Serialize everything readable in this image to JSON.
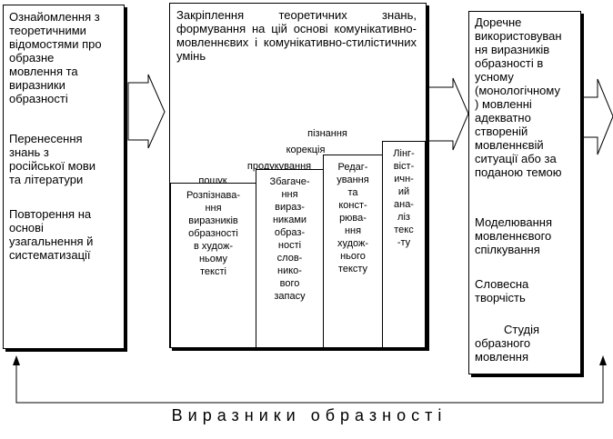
{
  "left_box": {
    "p1": "Ознайомлення з\nтеоретичними\nвідомостями про\nобразне\nмовлення та\nвиразники\nобразності",
    "p2": "Перенесення\nзнань з\nросійської мови\nта літератури",
    "p3": "Повторення на\nоснові\nузагальнення й\nсистематизації"
  },
  "center_box": {
    "title": "Закріплення теоретичних знань, формування на цій основі комунікативно-мовленнєвих і комунікативно-стилістичних умінь",
    "stairs": [
      "пізнання",
      "корекція",
      "продукування",
      "пошук"
    ],
    "columns": [
      "Розпізнава-\nння\nвиразників\nобразності\nв худож-\nньому\nтексті",
      "Збагаче-\nння\nвираз-\nниками\nобраз-\nності\nслов-\nнико-\nвого\nзапасу",
      "Редаг-\nування\nта\nконст-\nрюва-\nння\nхудож-\nнього\nтексту",
      "Лінг-\nвіст-\nичн-\nий\nана-\nліз\nтекс\n-ту"
    ]
  },
  "right_box": {
    "p1": "Доречне\nвикористовуван\nня виразників\nобразності в\nусному\n(монологічному\n) мовленні\nадекватно\nствореній\nмовленнєвій\nситуації або за\nподаною темою",
    "p2": "Моделювання\nмовленнєвого\nспілкування",
    "p3": "Словесна\nтворчість",
    "p4": "Студія\nобразного\nмовлення"
  },
  "bottom_label": "Виразники образності"
}
